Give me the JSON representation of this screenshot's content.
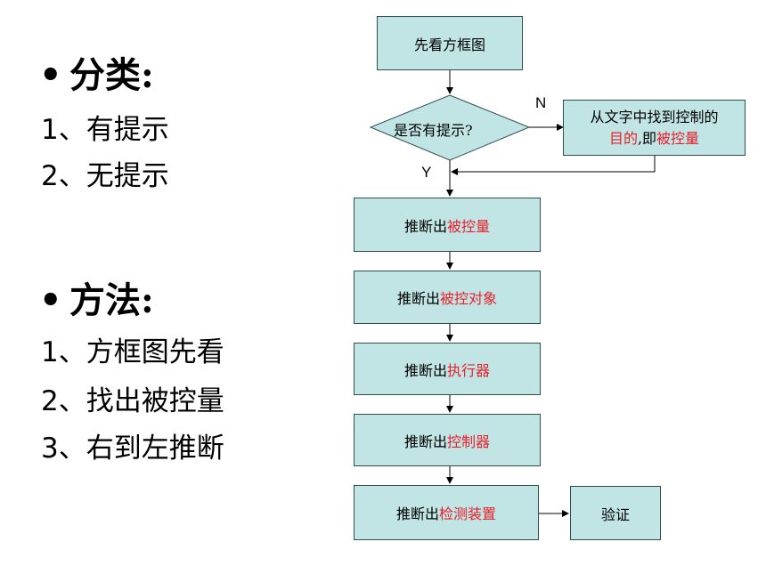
{
  "left": {
    "heading1": "分类:",
    "items1": [
      "1、有提示",
      "2、无提示"
    ],
    "heading2": "方法:",
    "items2": [
      "1、方框图先看",
      "2、找出被控量",
      "3、右到左推断"
    ]
  },
  "flow": {
    "start": "先看方框图",
    "decision": "是否有提示?",
    "no_label": "N",
    "yes_label": "Y",
    "side_box": {
      "line1": "从文字中找到控制的",
      "line2_red1": "目的",
      "line2_mid": ",即",
      "line2_red2": "被控量"
    },
    "steps": [
      {
        "prefix": "推断出",
        "red": "被控量"
      },
      {
        "prefix": "推断出",
        "red": "被控对象"
      },
      {
        "prefix": "推断出",
        "red": "执行器"
      },
      {
        "prefix": "推断出",
        "red": "控制器"
      },
      {
        "prefix": "推断出",
        "red": "检测装置"
      }
    ],
    "verify": "验证"
  },
  "colors": {
    "box_fill": "#c1e4e4",
    "border": "#2f4f4f",
    "highlight": "#e8212b"
  }
}
